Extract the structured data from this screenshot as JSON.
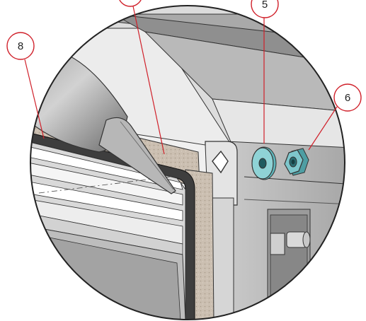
{
  "diagram": {
    "callouts": [
      {
        "id": "callout-7",
        "label": ""
      },
      {
        "id": "callout-5",
        "label": "5"
      },
      {
        "id": "callout-6",
        "label": "6"
      },
      {
        "id": "callout-8",
        "label": "8"
      }
    ]
  },
  "colors": {
    "callout_stroke": "#d0202a",
    "washer": "#8fd3d6",
    "nut": "#7ec7cc",
    "insulation": "#cdbfb0",
    "steel_light": "#e4e4e4",
    "steel_mid": "#a9a9a9",
    "steel_dark": "#4a4a4a",
    "interior": "#c0c0c0"
  },
  "icons": [
    "applicator-nozzle",
    "flat-washer",
    "hex-nut",
    "hinge-bracket"
  ]
}
